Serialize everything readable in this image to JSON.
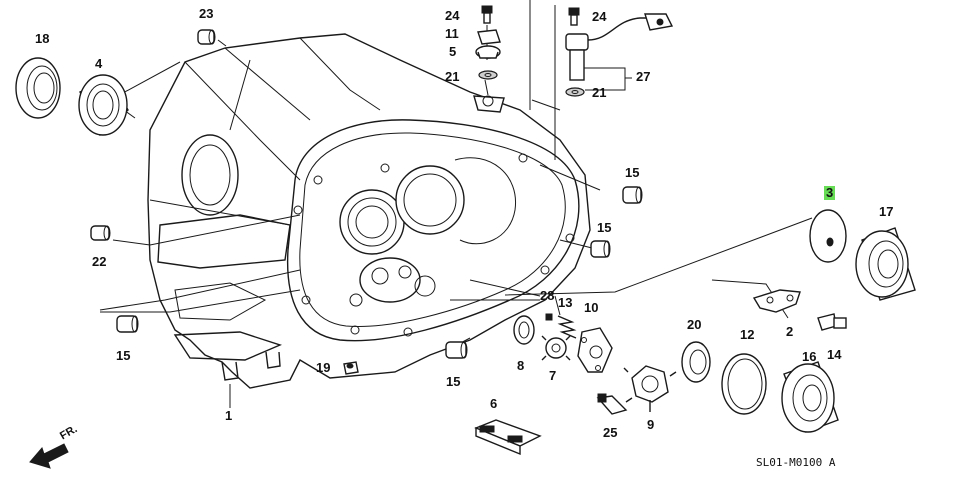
{
  "diagram": {
    "reference_code": "SL01-M0100 A",
    "direction_label": "FR.",
    "highlight_color": "#66dd55",
    "callouts": [
      {
        "id": "c1",
        "text": "1"
      },
      {
        "id": "c2",
        "text": "2"
      },
      {
        "id": "c3",
        "text": "3",
        "highlighted": true
      },
      {
        "id": "c4",
        "text": "4"
      },
      {
        "id": "c5",
        "text": "5"
      },
      {
        "id": "c6",
        "text": "6"
      },
      {
        "id": "c7",
        "text": "7"
      },
      {
        "id": "c8",
        "text": "8"
      },
      {
        "id": "c9",
        "text": "9"
      },
      {
        "id": "c10",
        "text": "10"
      },
      {
        "id": "c11",
        "text": "11"
      },
      {
        "id": "c12",
        "text": "12"
      },
      {
        "id": "c13",
        "text": "13"
      },
      {
        "id": "c14",
        "text": "14"
      },
      {
        "id": "c15a",
        "text": "15"
      },
      {
        "id": "c15b",
        "text": "15"
      },
      {
        "id": "c15c",
        "text": "15"
      },
      {
        "id": "c15d",
        "text": "15"
      },
      {
        "id": "c16",
        "text": "16"
      },
      {
        "id": "c17",
        "text": "17"
      },
      {
        "id": "c18",
        "text": "18"
      },
      {
        "id": "c19",
        "text": "19"
      },
      {
        "id": "c20",
        "text": "20"
      },
      {
        "id": "c21a",
        "text": "21"
      },
      {
        "id": "c21b",
        "text": "21"
      },
      {
        "id": "c22",
        "text": "22"
      },
      {
        "id": "c23",
        "text": "23"
      },
      {
        "id": "c24a",
        "text": "24"
      },
      {
        "id": "c24b",
        "text": "24"
      },
      {
        "id": "c25",
        "text": "25"
      },
      {
        "id": "c27",
        "text": "27"
      },
      {
        "id": "c28",
        "text": "28"
      }
    ]
  }
}
